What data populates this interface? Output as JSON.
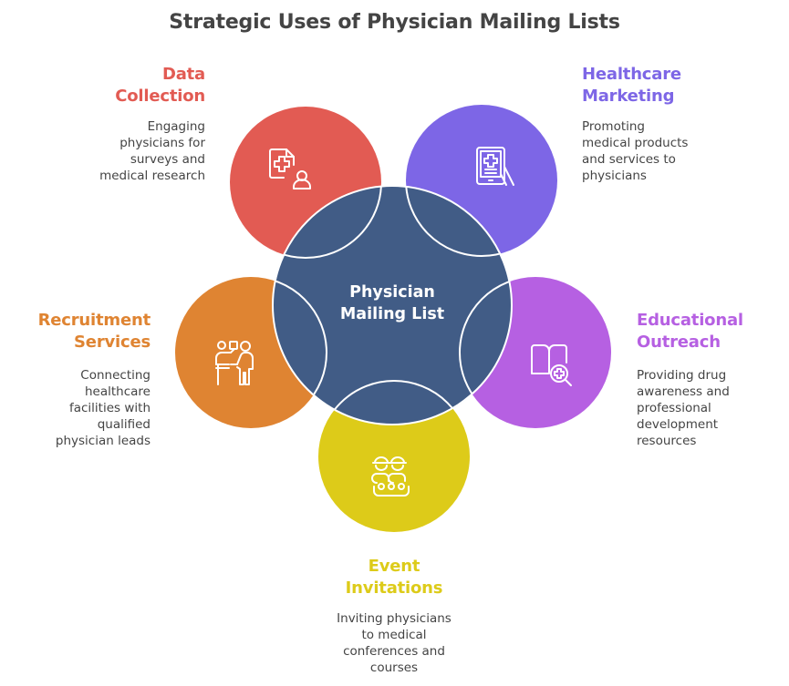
{
  "title": "Strategic Uses of Physician Mailing Lists",
  "center": {
    "line1": "Physician",
    "line2": "Mailing List",
    "color": "#415C86"
  },
  "items": [
    {
      "id": "data-collection",
      "title_line1": "Data",
      "title_line2": "Collection",
      "description": [
        "Engaging",
        "physicians for",
        "surveys and",
        "medical research"
      ],
      "color": "#E25B53",
      "icon": "medical-document-user-icon"
    },
    {
      "id": "healthcare-marketing",
      "title_line1": "Healthcare",
      "title_line2": "Marketing",
      "description": [
        "Promoting",
        "medical products",
        "and services to",
        "physicians"
      ],
      "color": "#7D66E6",
      "icon": "tablet-medical-hand-icon"
    },
    {
      "id": "recruitment-services",
      "title_line1": "Recruitment",
      "title_line2": "Services",
      "description": [
        "Connecting",
        "healthcare",
        "facilities with",
        "qualified",
        "physician leads"
      ],
      "color": "#DF8432",
      "icon": "presenter-interview-icon"
    },
    {
      "id": "educational-outreach",
      "title_line1": "Educational",
      "title_line2": "Outreach",
      "description": [
        "Providing drug",
        "awareness and",
        "professional",
        "development",
        "resources"
      ],
      "color": "#B660E2",
      "icon": "book-medical-search-icon"
    },
    {
      "id": "event-invitations",
      "title_line1": "Event",
      "title_line2": "Invitations",
      "description": [
        "Inviting physicians",
        "to medical",
        "conferences and",
        "courses"
      ],
      "color": "#DDCB19",
      "icon": "conference-attendees-icon"
    }
  ]
}
